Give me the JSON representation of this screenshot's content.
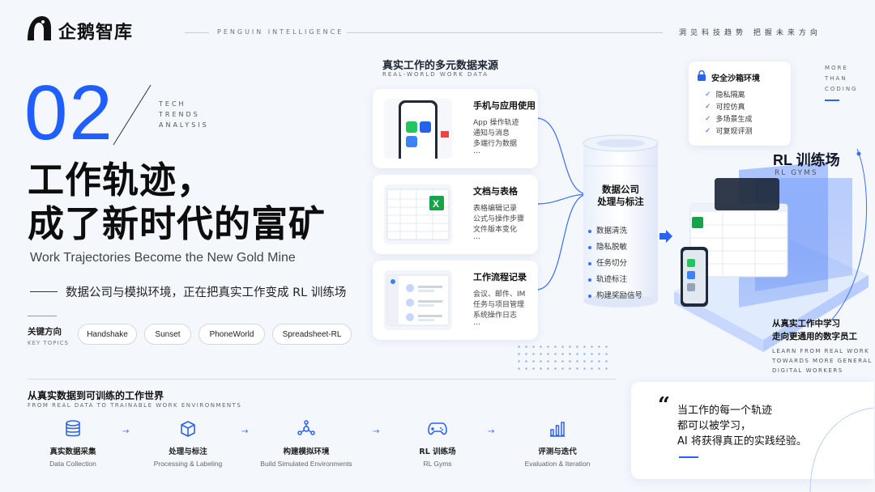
{
  "header": {
    "logo": "企鹅智库",
    "tagline": "PENGUIN INTELLIGENCE",
    "right": "洞见科技趋势  把握未来方向"
  },
  "hero": {
    "number": "02",
    "side_lines": [
      "TECH",
      "TRENDS",
      "ANALYSIS"
    ],
    "title_lines": [
      "工作轨迹，",
      "成了新时代的富矿"
    ],
    "subtitle_en": "Work Trajectories Become the New Gold Mine",
    "statement": "数据公司与模拟环境，正在把真实工作变成 RL 训练场",
    "key_topics_label": "关键方向",
    "key_topics_label_en": "KEY TOPICS",
    "topics": [
      "Handshake",
      "Sunset",
      "PhoneWorld",
      "Spreadsheet-RL"
    ]
  },
  "sources": {
    "title": "真实工作的多元数据来源",
    "subtitle": "REAL-WORLD WORK DATA",
    "cards": [
      {
        "title": "手机与应用使用",
        "lines": [
          "App 操作轨迹",
          "通知与消息",
          "多端行为数据",
          "…"
        ]
      },
      {
        "title": "文档与表格",
        "lines": [
          "表格编辑记录",
          "公式与操作步骤",
          "文件版本变化",
          "…"
        ]
      },
      {
        "title": "工作流程记录",
        "lines": [
          "会议、邮件、IM",
          "任务与项目管理",
          "系统操作日志",
          "…"
        ]
      }
    ]
  },
  "processing": {
    "title_lines": [
      "数据公司",
      "处理与标注"
    ],
    "items": [
      "数据清洗",
      "隐私脱敏",
      "任务切分",
      "轨迹标注",
      "构建奖励信号"
    ]
  },
  "sandbox": {
    "title": "安全沙箱环境",
    "items": [
      "隐私隔离",
      "可控仿真",
      "多场景生成",
      "可复现评测"
    ]
  },
  "side_note": [
    "MORE",
    "THAN",
    "CODING"
  ],
  "rl_gym": {
    "title": "RL 训练场",
    "subtitle": "RL GYMS",
    "learn_zh": [
      "从真实工作中学习",
      "走向更通用的数字员工"
    ],
    "learn_en": [
      "LEARN FROM REAL WORK",
      "TOWARDS MORE GENERAL",
      "DIGITAL WORKERS"
    ]
  },
  "pipeline": {
    "title": "从真实数据到可训练的工作世界",
    "subtitle": "FROM REAL DATA TO TRAINABLE WORK ENVIRONMENTS",
    "steps": [
      {
        "zh": "真实数据采集",
        "en": "Data Collection",
        "icon": "database-icon"
      },
      {
        "zh": "处理与标注",
        "en": "Processing & Labeling",
        "icon": "cube-icon"
      },
      {
        "zh": "构建模拟环境",
        "en": "Build Simulated Environments",
        "icon": "network-icon"
      },
      {
        "zh": "RL 训练场",
        "en": "RL Gyms",
        "icon": "gamepad-icon"
      },
      {
        "zh": "评测与迭代",
        "en": "Evaluation & Iteration",
        "icon": "bar-chart-icon"
      }
    ],
    "arrow": "→"
  },
  "quote": {
    "mark": "“",
    "lines": [
      "当工作的每一个轨迹",
      "都可以被学习，",
      "AI 将获得真正的实践经验。"
    ]
  },
  "colors": {
    "accent": "#1f5fff",
    "text": "#111111",
    "bg": "#f4f7fc"
  }
}
